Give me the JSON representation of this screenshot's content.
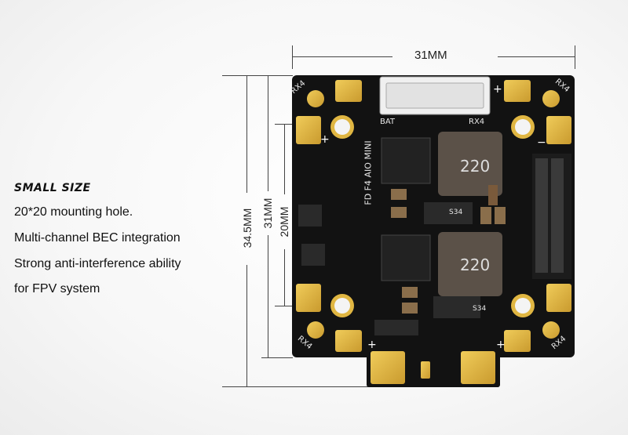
{
  "title": "SMALL SIZE",
  "features": [
    "20*20 mounting hole.",
    "Multi-channel BEC integration",
    "Strong anti-interference ability",
    "for FPV system"
  ],
  "dimensions": {
    "width": "31MM",
    "height_outer": "34.5MM",
    "height_inner": "31MM",
    "mount": "20MM"
  },
  "board_labels": {
    "name": "FD F4 AIO MINI",
    "rx": "RX4",
    "bat": "BAT",
    "inductor": "220",
    "chip": "S34",
    "plus": "+",
    "minus": "−"
  },
  "colors": {
    "pcb": "#111111",
    "pad": "#e0b642",
    "silk": "#e8e8e8"
  }
}
